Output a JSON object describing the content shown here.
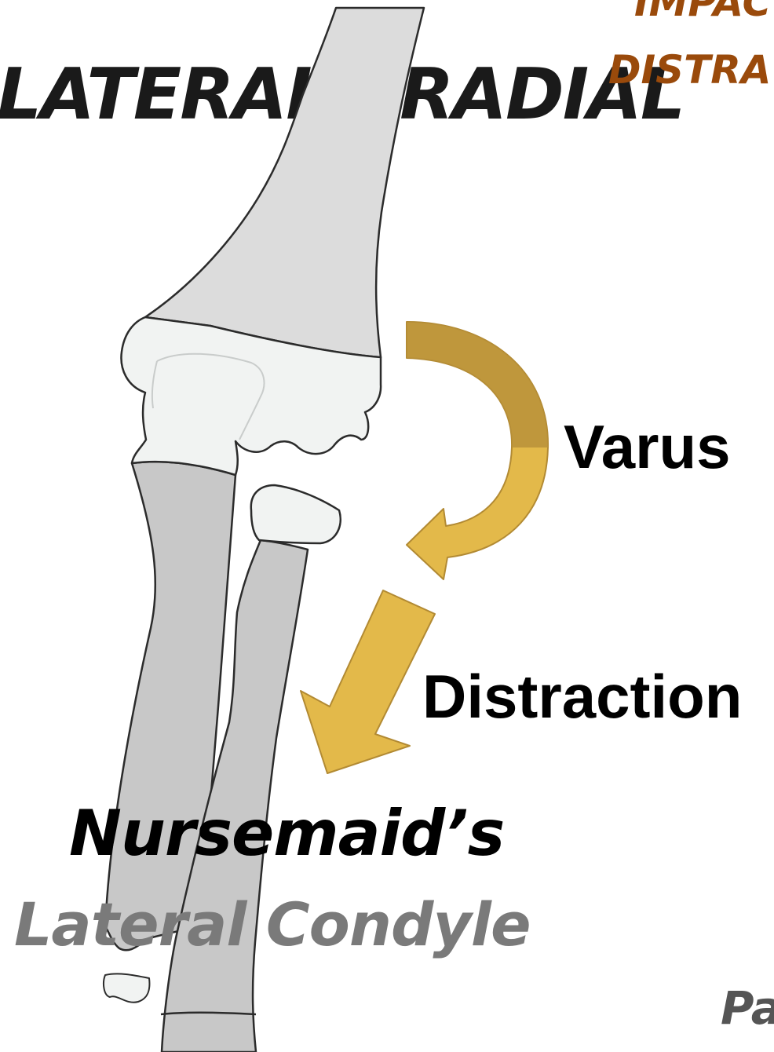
{
  "labels": {
    "title_main": "LATERAL / RADIAL",
    "title_orange_top": "IMPAC",
    "title_orange_bottom": "DISTRA",
    "varus": "Varus",
    "distraction": "Distraction",
    "nursemaid": "Nursemaid’s",
    "lateral_condyle": "Lateral Condyle",
    "bottom_right": "Pa"
  },
  "colors": {
    "humerus_fill": "#dcdcdc",
    "cartilage_fill": "#f1f3f2",
    "forearm_fill": "#c8c8c8",
    "outline": "#2b2b2b",
    "arrow_gold": "#e3b94a",
    "arrow_dark": "#b28a33",
    "orange_text": "#9a4a0b",
    "gray_text": "#7a7a7a"
  }
}
